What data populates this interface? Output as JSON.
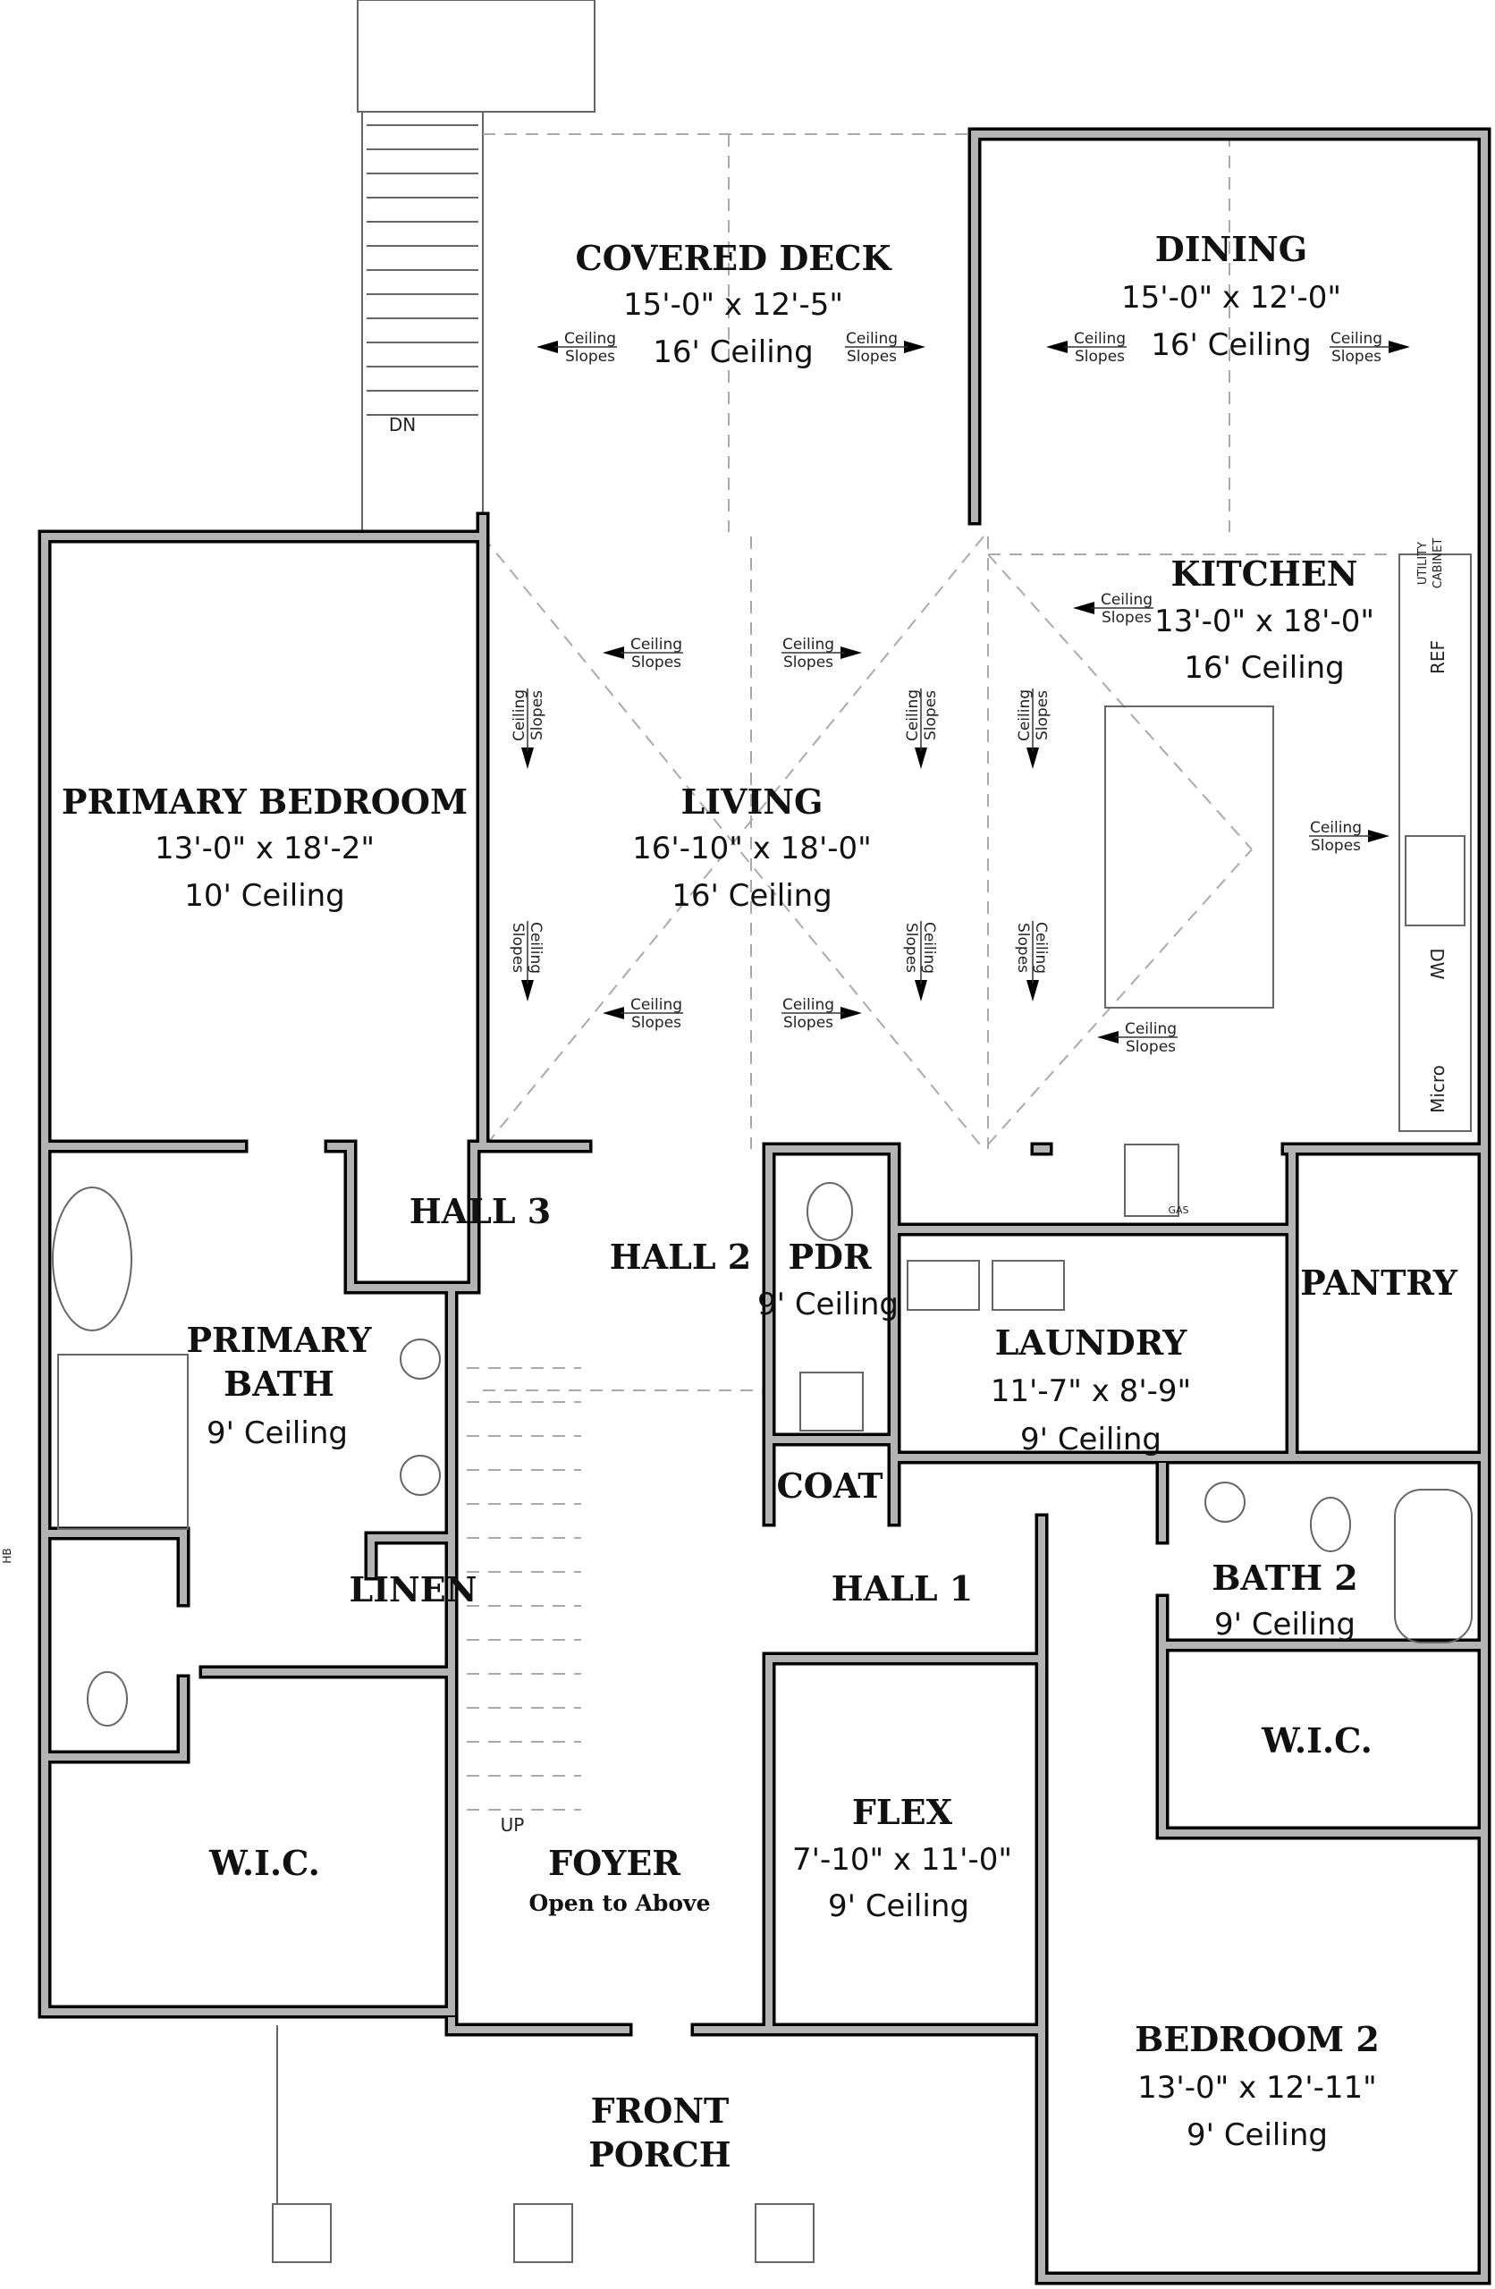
{
  "title": "Floor Plan",
  "rooms": {
    "covered_deck": {
      "name": "COVERED DECK",
      "dims": "15'-0\" x 12'-5\"",
      "ceiling": "16' Ceiling"
    },
    "dining": {
      "name": "DINING",
      "dims": "15'-0\" x 12'-0\"",
      "ceiling": "16' Ceiling"
    },
    "kitchen": {
      "name": "KITCHEN",
      "dims": "13'-0\" x 18'-0\"",
      "ceiling": "16' Ceiling"
    },
    "primary_bedroom": {
      "name": "PRIMARY BEDROOM",
      "dims": "13'-0\" x 18'-2\"",
      "ceiling": "10' Ceiling"
    },
    "living": {
      "name": "LIVING",
      "dims": "16'-10\" x 18'-0\"",
      "ceiling": "16' Ceiling"
    },
    "hall3": {
      "name": "HALL 3"
    },
    "hall2": {
      "name": "HALL 2"
    },
    "pdr": {
      "name": "PDR",
      "ceiling": "9' Ceiling"
    },
    "pantry": {
      "name": "PANTRY"
    },
    "laundry": {
      "name": "LAUNDRY",
      "dims": "11'-7\" x 8'-9\"",
      "ceiling": "9' Ceiling"
    },
    "primary_bath": {
      "name_line1": "PRIMARY",
      "name_line2": "BATH",
      "ceiling": "9' Ceiling"
    },
    "coat": {
      "name": "COAT"
    },
    "linen": {
      "name": "LINEN"
    },
    "hall1": {
      "name": "HALL 1"
    },
    "bath2": {
      "name": "BATH 2",
      "ceiling": "9' Ceiling"
    },
    "wic_primary": {
      "name": "W.I.C."
    },
    "wic_bedroom2": {
      "name": "W.I.C."
    },
    "foyer": {
      "name": "FOYER",
      "note": "Open to Above"
    },
    "flex": {
      "name": "FLEX",
      "dims": "7'-10\" x 11'-0\"",
      "ceiling": "9' Ceiling"
    },
    "front_porch": {
      "name_line1": "FRONT",
      "name_line2": "PORCH"
    },
    "bedroom2": {
      "name": "BEDROOM 2",
      "dims": "13'-0\" x 12'-11\"",
      "ceiling": "9' Ceiling"
    }
  },
  "annotations": {
    "ceiling": "Ceiling",
    "slopes": "Slopes"
  },
  "fixtures": {
    "utility_cabinet_1": "UTILITY",
    "utility_cabinet_2": "CABINET",
    "ref": "REF",
    "dw": "DW",
    "micro": "Micro",
    "gas": "GAS",
    "stair_down": "DN",
    "stair_up": "UP",
    "hose_bib": "HB"
  }
}
